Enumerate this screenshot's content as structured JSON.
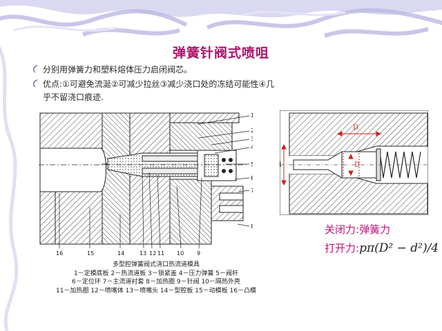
{
  "slide": {
    "title": "弹簧针阀式喷咀",
    "bullets": [
      "分别用弹簧力和塑料熔体压力启闭阀芯。",
      "优点:①可避免流涎②可减少拉丝③减少浇口处的冻结可能性④几",
      "乎不留浇口痕迹."
    ]
  },
  "left_diagram": {
    "callouts_right": [
      "1",
      "2",
      "3",
      "4",
      "5",
      "6",
      "7",
      "8"
    ],
    "callouts_bottom": [
      "16",
      "15",
      "14",
      "13",
      "12",
      "11",
      "10",
      "9"
    ]
  },
  "right_diagram": {
    "labels": {
      "upper_D": "D",
      "left_d": "d",
      "inner_D": "D"
    }
  },
  "caption": {
    "title": "多型腔弹簧阀式浇口热流道模具",
    "lines": [
      "1－定模底板  2－热流道板  3－锁紧盖  4－压力弹簧  5－阀杆",
      "6－定位环  7－主流道衬套  8－加热圈  9－针阀  10－隔热外壳",
      "11－加热圈  12－喷嘴体  13－喷嘴头  14－型腔板  15－动模板  16－凸模"
    ]
  },
  "formulas": {
    "close_label": "关闭力:",
    "close_value": "弹簧力",
    "open_label": "打开力:",
    "open_value": "pπ(D² − d²)/4"
  },
  "colors": {
    "title": "#b0106a",
    "formula": "#c0147a",
    "hatch": "#333333"
  }
}
